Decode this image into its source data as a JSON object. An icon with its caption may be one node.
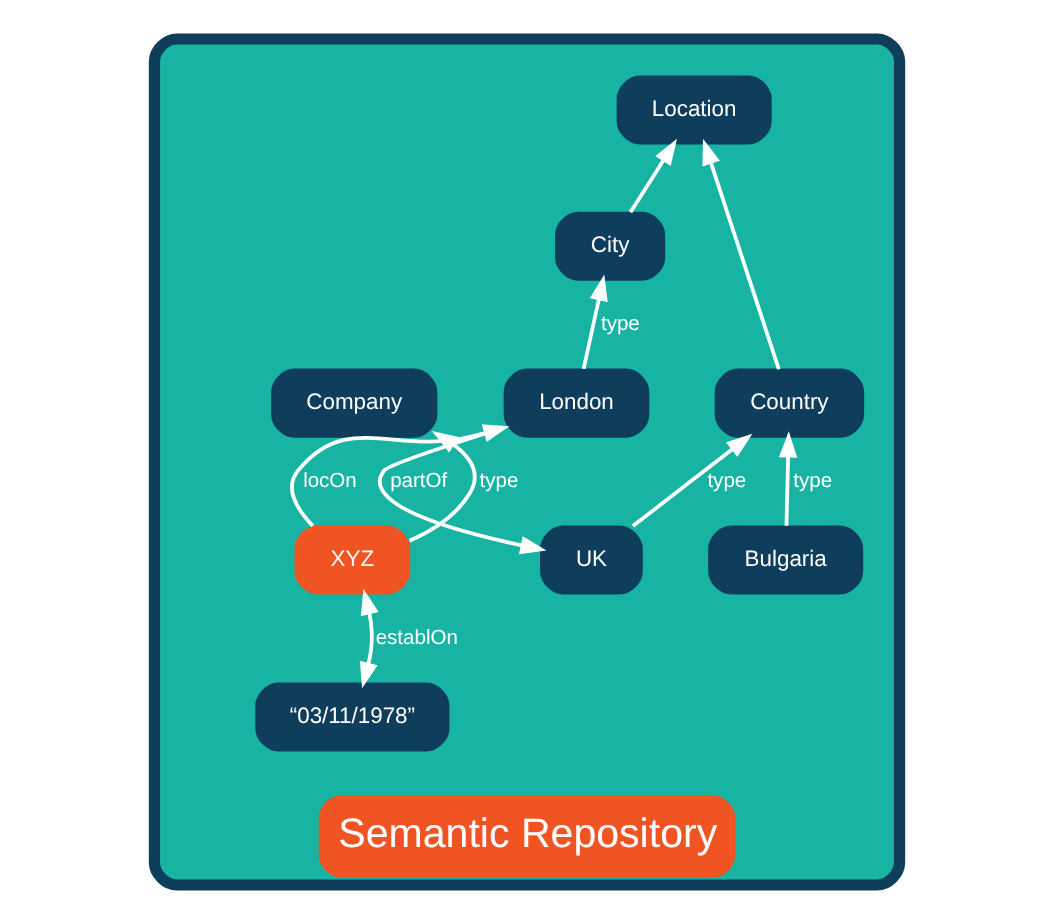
{
  "diagram": {
    "nodes": [
      {
        "text": [
          "Semantic Repository"
        ]
      },
      {
        "text": [
          "Company"
        ],
        "in": 0
      },
      {
        "text": [
          "Location"
        ],
        "in": 0
      },
      {
        "text": [
          "City"
        ],
        "in": 0
      },
      {
        "text": [
          "Country"
        ],
        "in": 0
      },
      {
        "text": [
          "XYZ"
        ],
        "in": 0
      },
      {
        "text": [
          "London"
        ],
        "in": 0
      },
      {
        "text": [
          "Bulgaria"
        ],
        "in": 0
      },
      {
        "text": [
          "“03/11/1978”"
        ],
        "in": 0
      },
      {
        "text": [
          "UK"
        ],
        "in": 0
      }
    ],
    "edges": [
      {
        "from": 5,
        "to": 1,
        "arrow": "to",
        "label": "type"
      },
      {
        "from": 3,
        "to": 2,
        "arrow": "to"
      },
      {
        "from": 4,
        "to": 2,
        "arrow": "to"
      },
      {
        "from": 6,
        "to": 3,
        "arrow": "to",
        "label": "type"
      },
      {
        "from": 7,
        "to": 4,
        "arrow": "to",
        "label": "type"
      },
      {
        "from": 5,
        "to": 6,
        "arrow": "to",
        "label": "locOn"
      },
      {
        "from": 5,
        "to": 8,
        "arrow": "both",
        "label": "establOn"
      },
      {
        "from": 6,
        "to": 9,
        "arrow": "to",
        "label": "partOf"
      },
      {
        "from": 9,
        "to": 4,
        "arrow": "to",
        "label": "type"
      }
    ]
  }
}
